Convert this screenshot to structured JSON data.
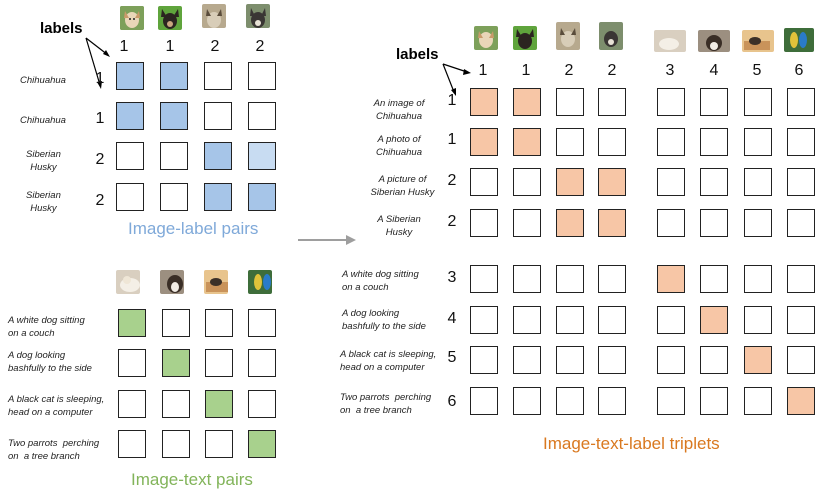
{
  "colors": {
    "blue": "#a6c5e8",
    "blue_light": "#c8dcf2",
    "green": "#a8d18d",
    "orange": "#f7c6a6",
    "title_blue": "#7fa9d9",
    "title_green": "#82b45a",
    "title_orange": "#d9781f",
    "arrow_gray": "#9e9e9e"
  },
  "panel_image_label": {
    "labels_word": "labels",
    "column_labels": [
      "1",
      "1",
      "2",
      "2"
    ],
    "row_texts": [
      "Chihuahua",
      "Chihuahua",
      "Siberian\nHusky",
      "Siberian\nHusky"
    ],
    "row_labels": [
      "1",
      "1",
      "2",
      "2"
    ],
    "title": "Image-label pairs",
    "column_images": [
      "chihuahua-photo-1",
      "chihuahua-photo-2",
      "husky-photo-1",
      "husky-photo-2"
    ]
  },
  "panel_image_text": {
    "row_texts": [
      "A white dog sitting\non a couch",
      "A dog looking\nbashfully to the side",
      "A black cat is sleeping,\nhead on a computer",
      "Two parrots  perching\non  a tree branch"
    ],
    "title": "Image-text pairs",
    "column_images": [
      "white-dog-couch-photo",
      "dog-side-photo",
      "cat-computer-photo",
      "parrots-photo"
    ]
  },
  "panel_triplets": {
    "labels_word": "labels",
    "column_labels": [
      "1",
      "1",
      "2",
      "2",
      "3",
      "4",
      "5",
      "6"
    ],
    "row_texts": [
      "An image of\nChihuahua",
      "A photo of\nChihuahua",
      "A picture of\nSiberian Husky",
      "A Siberian\nHusky",
      "A white dog sitting\non a couch",
      "A dog looking\nbashfully to the side",
      "A black cat is sleeping,\nhead on a computer",
      "Two parrots  perching\non  a tree branch"
    ],
    "row_labels": [
      "1",
      "1",
      "2",
      "2",
      "3",
      "4",
      "5",
      "6"
    ],
    "title": "Image-text-label triplets",
    "column_images": [
      "chihuahua-photo-1",
      "chihuahua-photo-2",
      "husky-photo-1",
      "husky-photo-2",
      "white-dog-couch-photo",
      "dog-side-photo",
      "cat-computer-photo",
      "parrots-photo"
    ]
  }
}
